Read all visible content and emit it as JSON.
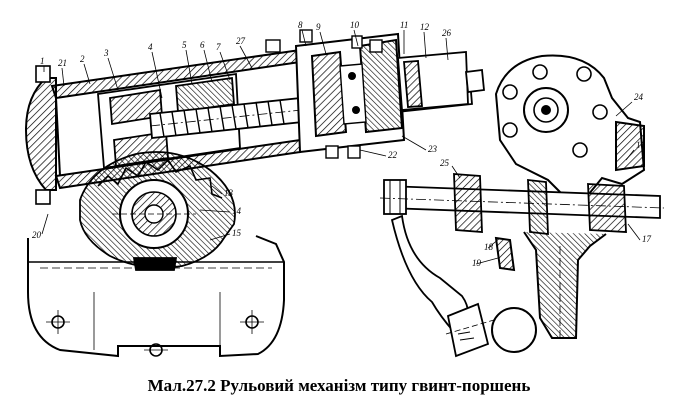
{
  "caption": "Мал.27.2 Рульовий механізм типу гвинт-поршень",
  "callouts": [
    "1",
    "21",
    "2",
    "3",
    "4",
    "5",
    "6",
    "7",
    "27",
    "8",
    "9",
    "10",
    "11",
    "12",
    "26",
    "22",
    "23",
    "13",
    "14",
    "15",
    "20",
    "24",
    "25",
    "16",
    "17",
    "18",
    "19"
  ]
}
